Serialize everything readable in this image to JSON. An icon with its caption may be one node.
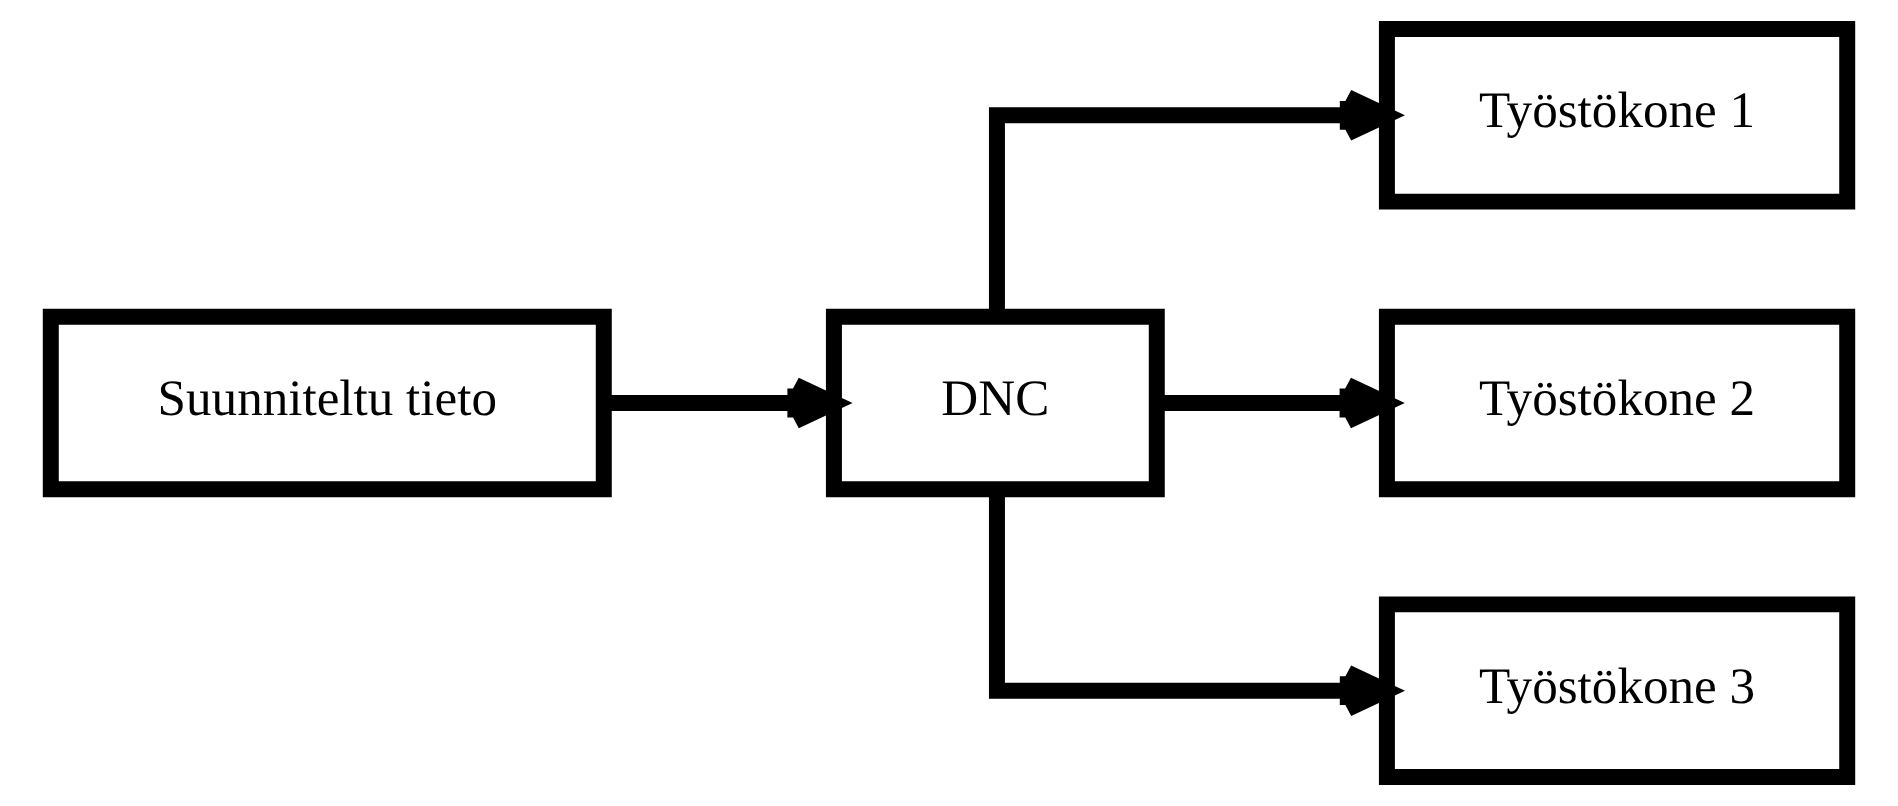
{
  "diagram": {
    "nodes": [
      {
        "text": [
          "Suunniteltu tieto"
        ]
      },
      {
        "text": [
          "DNC"
        ]
      },
      {
        "text": [
          "Työstökone 1"
        ]
      },
      {
        "text": [
          "Työstökone 2"
        ]
      },
      {
        "text": [
          "Työstökone 3"
        ]
      }
    ],
    "edges": [
      {
        "from": 0,
        "to": 1,
        "arrow": "to"
      },
      {
        "from": 1,
        "to": 2,
        "arrow": "to"
      },
      {
        "from": 1,
        "to": 3,
        "arrow": "to"
      },
      {
        "from": 1,
        "to": 4,
        "arrow": "to"
      }
    ]
  }
}
